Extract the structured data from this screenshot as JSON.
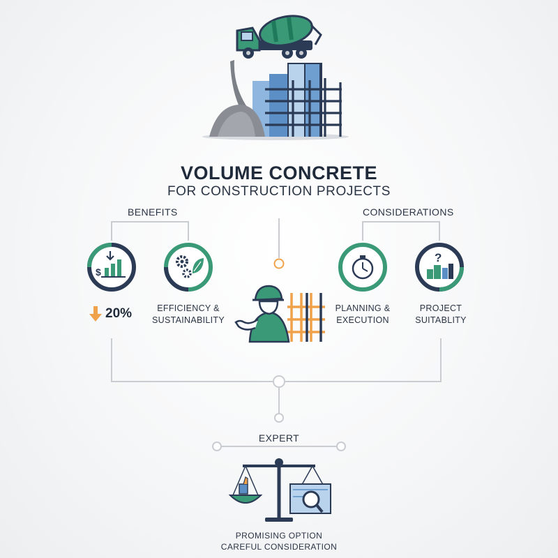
{
  "title": "VOLUME CONCRETE",
  "subtitle": "FOR CONSTRUCTION PROJECTS",
  "benefits": {
    "label": "BENEFITS",
    "items": [
      {
        "icon": "cost-savings-chart-icon",
        "stat_value": "20%",
        "stat_icon": "arrow-down-icon"
      },
      {
        "icon": "gears-leaf-icon",
        "caption": [
          "EFFICIENCY &",
          "SUSTAINABILITY"
        ]
      }
    ]
  },
  "considerations": {
    "label": "CONSIDERATIONS",
    "items": [
      {
        "icon": "stopwatch-icon",
        "caption": [
          "PLANNING &",
          "EXECUTION"
        ]
      },
      {
        "icon": "question-buildings-icon",
        "caption": [
          "PROJECT",
          "SUITABLITY"
        ]
      }
    ]
  },
  "expert": {
    "label": "EXPERT"
  },
  "footer": {
    "line1": "PROMISING OPTION",
    "line2": "CAREFUL CONSIDERATION"
  },
  "colors": {
    "navy": "#2b3a55",
    "green": "#3a9a78",
    "orange": "#f0a24a",
    "blue": "#5b8fc6",
    "light_blue": "#b9d3ec",
    "line_gray": "#c9ccd1"
  }
}
